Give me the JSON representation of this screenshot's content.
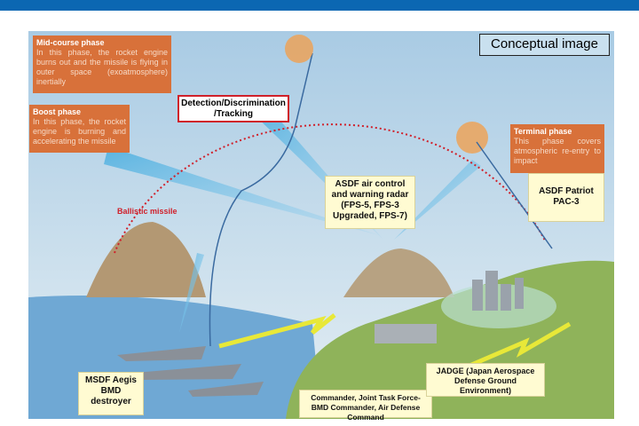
{
  "header": {
    "title": ""
  },
  "badge": "Conceptual image",
  "phases": {
    "mid": {
      "title": "Mid-course phase",
      "text": "In this phase, the rocket engine burns out and the missile is flying in outer space (exoatmosphere) inertially"
    },
    "boost": {
      "title": "Boost phase",
      "text": "In this phase, the rocket engine is burning and accelerating the missile"
    },
    "terminal": {
      "title": "Terminal phase",
      "text": "This phase covers atmospheric re-entry to impact"
    }
  },
  "labels": {
    "detection": "Detection/Discrimination /Tracking",
    "ballistic": "Ballistic missile",
    "radar": "ASDF air control and warning radar (FPS-5, FPS-3 Upgraded, FPS-7)",
    "patriot": "ASDF Patriot PAC-3",
    "aegis": "MSDF Aegis BMD destroyer",
    "commander": "Commander, Joint Task Force-BMD Commander, Air Defense Command",
    "jadge": "JADGE (Japan Aerospace Defense Ground Environment)"
  },
  "colors": {
    "sky": "#b9d6e8",
    "sea": "#6fa8d4",
    "land": "#8fb35a",
    "orange": "#d8713a",
    "label_bg": "#fffbd2",
    "arc": "#d0202a"
  }
}
